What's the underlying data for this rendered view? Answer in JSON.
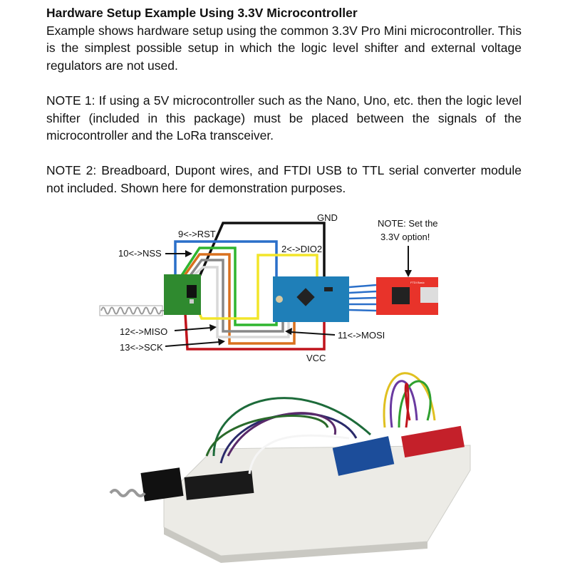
{
  "document": {
    "title": "Hardware Setup Example Using 3.3V Microcontroller",
    "intro": "Example shows hardware setup using the common 3.3V Pro Mini microcontroller. This is the simplest possible setup in which the logic level shifter and external voltage regulators are not used.",
    "note1": "NOTE 1: If using a 5V microcontroller such as the Nano, Uno, etc. then the logic level shifter (included in this package) must be placed between the signals of the microcontroller and the LoRa transceiver.",
    "note2": "NOTE 2: Breadboard, Dupont wires, and FTDI USB to TTL serial converter module not included. Shown here for demonstration purposes."
  },
  "diagram": {
    "gnd": "GND",
    "rst": "9<->RST",
    "nss": "10<->NSS",
    "dio2": "2<->DIO2",
    "miso": "12<->MISO",
    "sck": "13<->SCK",
    "mosi": "11<->MOSI",
    "vcc": "VCC",
    "ftdi_note_1": "NOTE: Set the",
    "ftdi_note_2": "3.3V option!",
    "ftdi_board": "FTDI Basic"
  }
}
